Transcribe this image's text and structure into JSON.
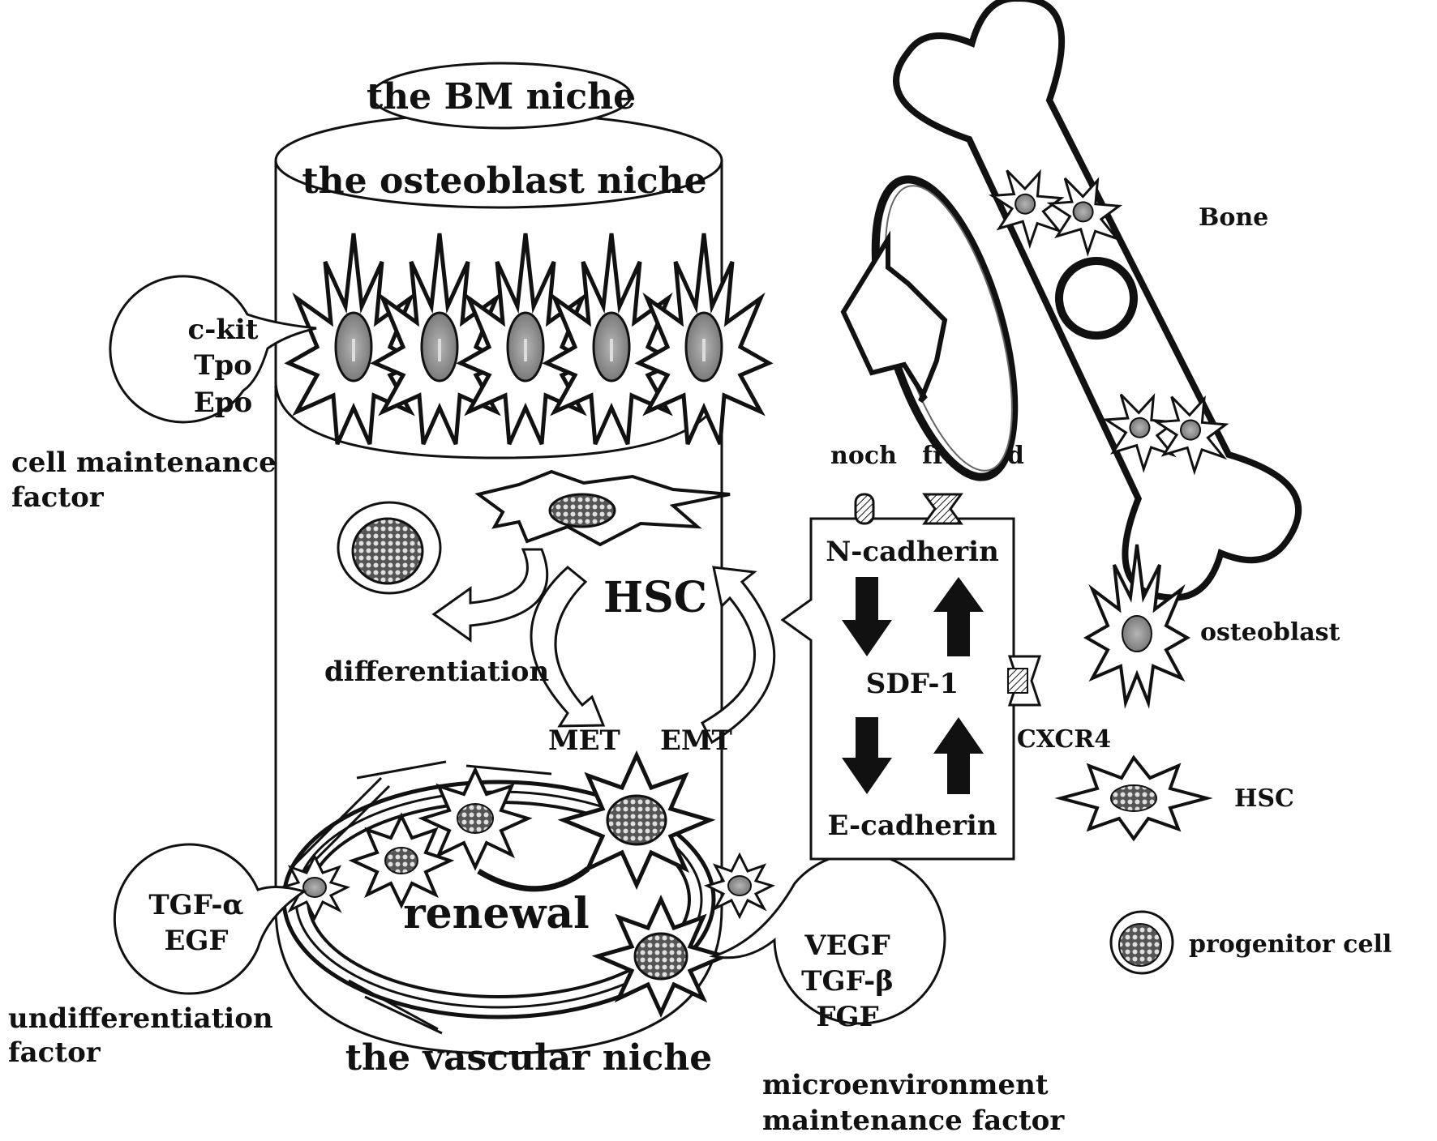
{
  "labels": {
    "bm_niche": "the BM niche",
    "osteoblast_niche": "the osteoblast niche",
    "vascular_niche": "the vascular niche",
    "hsc_center": "HSC",
    "differentiation": "differentiation",
    "met": "MET",
    "emt": "EMT",
    "renewal": "renewal",
    "bone": "Bone",
    "noch": "noch",
    "frizzled": "frizzled",
    "n_cadherin": "N-cadherin",
    "sdf1": "SDF-1",
    "e_cadherin": "E-cadherin",
    "cxcr4": "CXCR4"
  },
  "bubbles": {
    "maintenance": {
      "lines": [
        "c-kit",
        "Tpo",
        "Epo"
      ],
      "caption": [
        "cell maintenance",
        "factor"
      ]
    },
    "undifferentiation": {
      "lines": [
        "TGF-α",
        "EGF"
      ],
      "caption": [
        "undifferentiation",
        "factor"
      ]
    },
    "microenvironment": {
      "lines": [
        "VEGF",
        "TGF-β",
        "FGF"
      ],
      "caption": [
        "microenvironment",
        "maintenance  factor"
      ]
    }
  },
  "legend": {
    "osteoblast": "osteoblast",
    "hsc": "HSC",
    "progenitor": "progenitor cell"
  },
  "colors": {
    "ink": "#111111",
    "nucleus": "#8a8a8a",
    "background": "#ffffff"
  }
}
